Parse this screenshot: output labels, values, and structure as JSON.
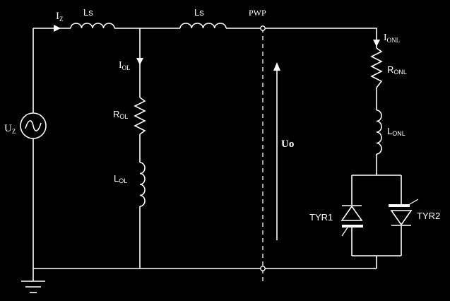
{
  "labels": {
    "source": {
      "main": "U",
      "sub": "Z"
    },
    "source_current": {
      "main": "I",
      "sub": "Z"
    },
    "ls_1": "Ls",
    "ls_2": "Ls",
    "pwp": "PWP",
    "ol_current": {
      "main": "I",
      "sub": "OL"
    },
    "r_ol": {
      "main": "R",
      "sub": "OL"
    },
    "l_ol": {
      "main": "L",
      "sub": "OL"
    },
    "uo": "Uo",
    "onl_current": {
      "main": "I",
      "sub": "ONL"
    },
    "r_onl": {
      "main": "R",
      "sub": "ONL"
    },
    "l_onl": {
      "main": "L",
      "sub": "ONL"
    },
    "tyr1": "TYR1",
    "tyr2": "TYR2"
  },
  "colors": {
    "background": "#000000",
    "foreground": "#ffffff"
  }
}
